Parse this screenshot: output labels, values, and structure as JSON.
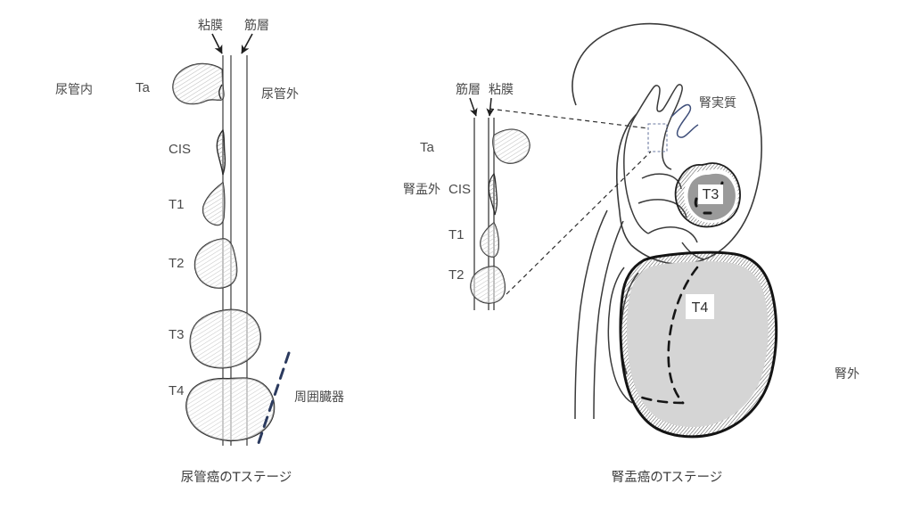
{
  "figure": {
    "title_left": "尿管癌のTステージ",
    "title_right": "腎盂癌のTステージ",
    "background_color": "#ffffff",
    "ink_color": "#3a3a3a",
    "label_color": "#4a4a4a",
    "accent_dashed_color": "#2b3a5e",
    "tumor_fill_light": "#d5d5d5",
    "tumor_fill_dark": "#9a9a9a"
  },
  "left_panel": {
    "name": "ureter-t-stage-diagram",
    "caption": "尿管癌のTステージ",
    "wall_layer_labels": [
      {
        "id": "mucosa",
        "text": "粘膜"
      },
      {
        "id": "muscularis",
        "text": "筋層"
      }
    ],
    "side_labels": [
      {
        "id": "intraluminal",
        "text": "尿管内"
      },
      {
        "id": "extraluminal",
        "text": "尿管外"
      }
    ],
    "stage_labels": [
      {
        "id": "Ta",
        "text": "Ta"
      },
      {
        "id": "CIS",
        "text": "CIS"
      },
      {
        "id": "T1",
        "text": "T1"
      },
      {
        "id": "T2",
        "text": "T2"
      },
      {
        "id": "T3",
        "text": "T3"
      },
      {
        "id": "T4",
        "text": "T4"
      }
    ],
    "adjacent_organ_label": "周囲臓器"
  },
  "right_panel": {
    "name": "renal-pelvis-t-stage-diagram",
    "caption": "腎盂癌のTステージ",
    "wall_layer_labels": [
      {
        "id": "muscularis",
        "text": "筋層"
      },
      {
        "id": "mucosa",
        "text": "粘膜"
      }
    ],
    "side_labels": [
      {
        "id": "extrapelvic",
        "text": "腎盂外"
      },
      {
        "id": "renal-parenchyma",
        "text": "腎実質"
      },
      {
        "id": "extrarenal",
        "text": "腎外"
      }
    ],
    "stage_labels": [
      {
        "id": "Ta",
        "text": "Ta"
      },
      {
        "id": "CIS",
        "text": "CIS"
      },
      {
        "id": "T1",
        "text": "T1"
      },
      {
        "id": "T2",
        "text": "T2"
      }
    ],
    "mass_labels": [
      {
        "id": "T3",
        "text": "T3"
      },
      {
        "id": "T4",
        "text": "T4"
      }
    ]
  }
}
